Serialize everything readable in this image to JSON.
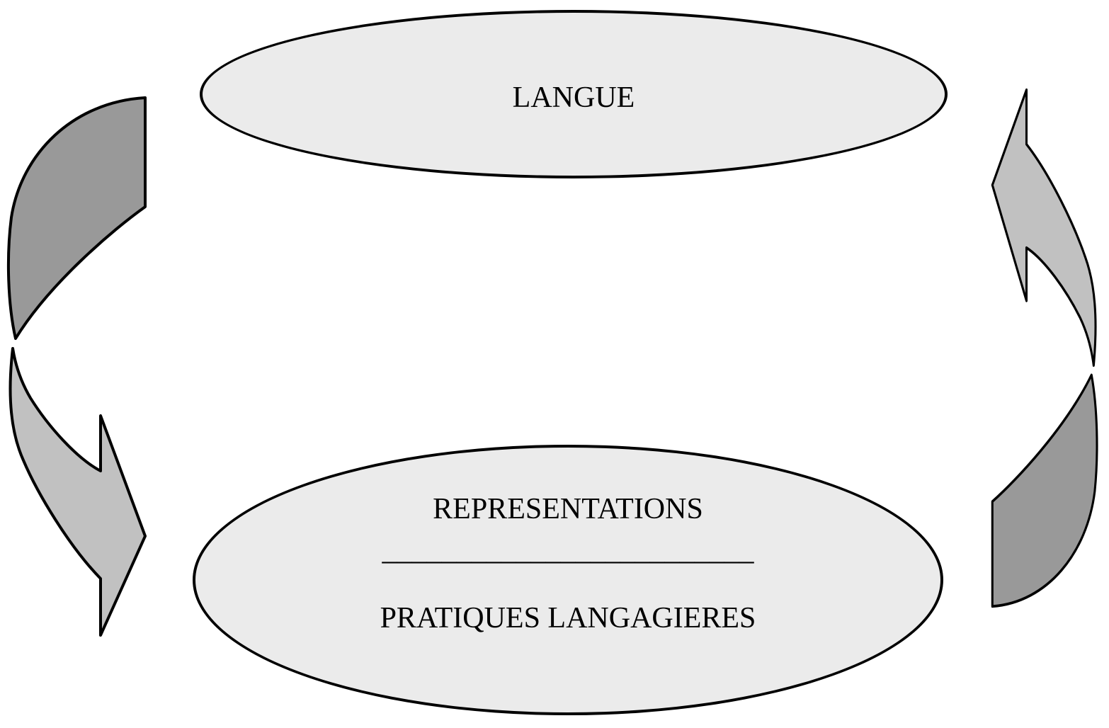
{
  "diagram": {
    "top_ellipse": {
      "label": "LANGUE"
    },
    "bottom_ellipse": {
      "line1": "REPRESENTATIONS",
      "divider": "_________________________",
      "line2": "PRATIQUES LANGAGIERES"
    },
    "arrows": {
      "left_direction": "cycle arrow curving downward toward bottom ellipse",
      "right_direction": "cycle arrow curving upward toward top ellipse"
    },
    "colors": {
      "background": "#ffffff",
      "ellipse_fill": "#ebebeb",
      "ellipse_stroke": "#000000",
      "arrow_dark": "#999999",
      "arrow_light": "#c1c1c1",
      "arrow_stroke": "#000000",
      "text": "#000000"
    }
  }
}
